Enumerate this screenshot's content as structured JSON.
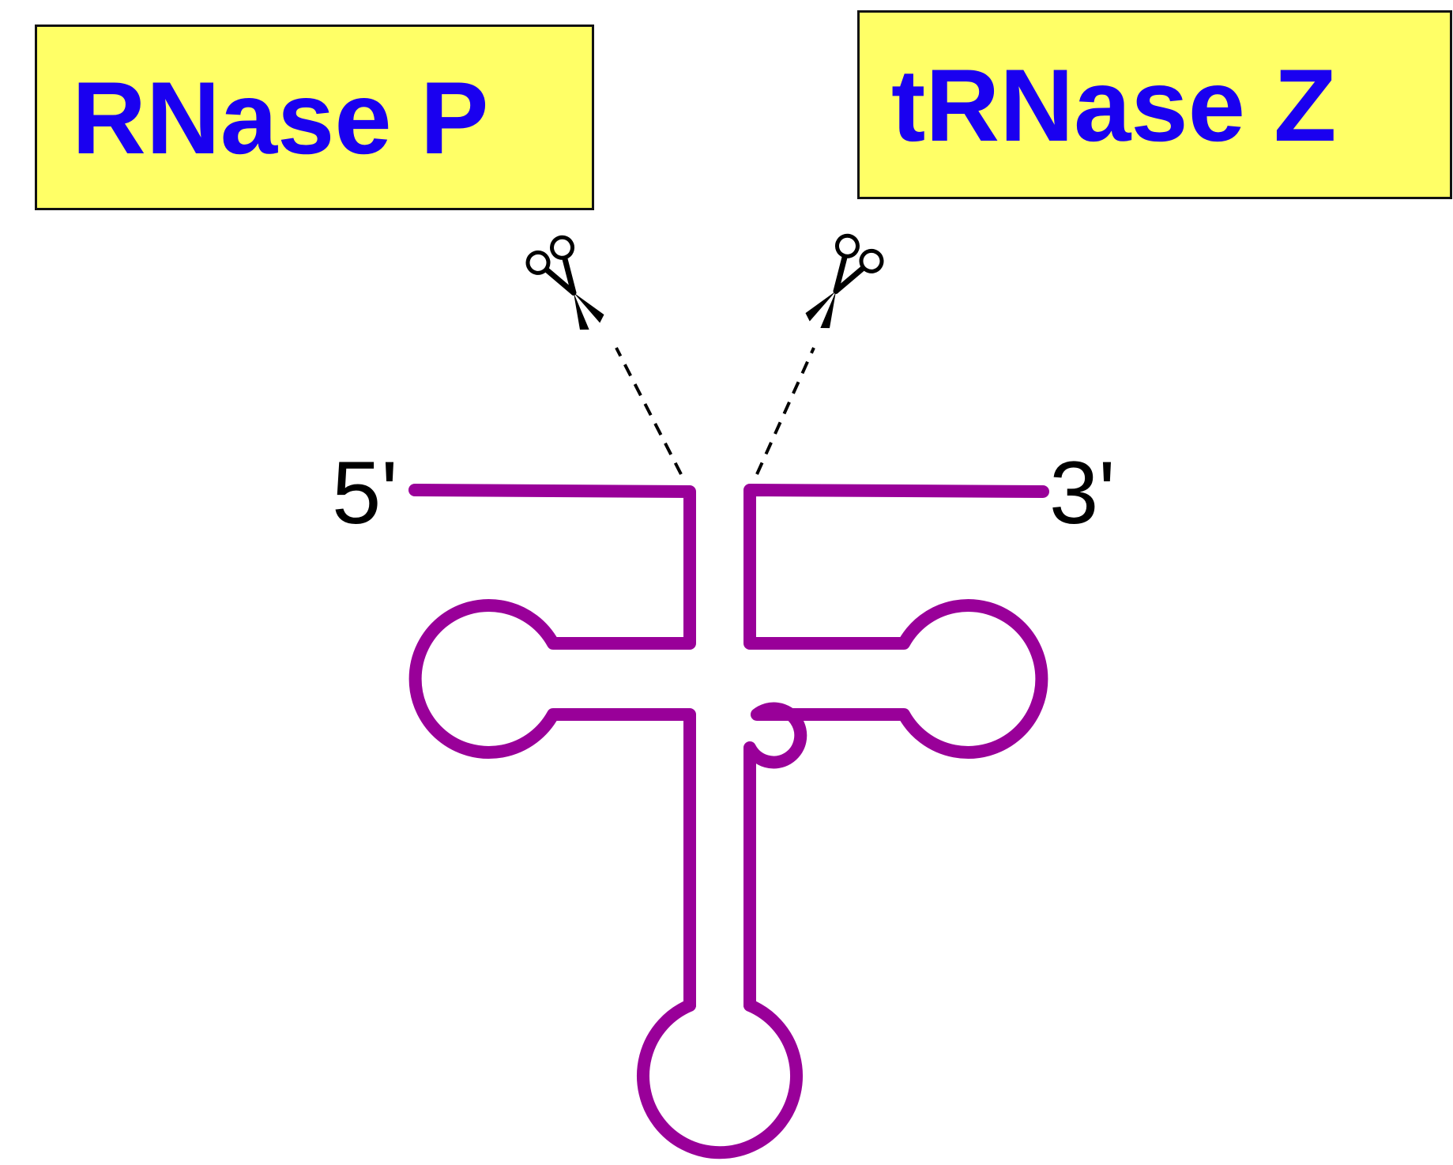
{
  "enzymes": {
    "rnase_p": "RNase P",
    "trnase_z": "tRNase Z"
  },
  "ends": {
    "five_prime": "5'",
    "three_prime": "3'"
  },
  "colors": {
    "trna_strand": "#990099",
    "enzyme_text": "#1a00f0",
    "enzyme_box_fill": "#ffff66",
    "box_border": "#111111",
    "scissors": "#000000"
  },
  "icons": {
    "cut_site_left": "scissors-icon",
    "cut_site_right": "scissors-icon"
  }
}
